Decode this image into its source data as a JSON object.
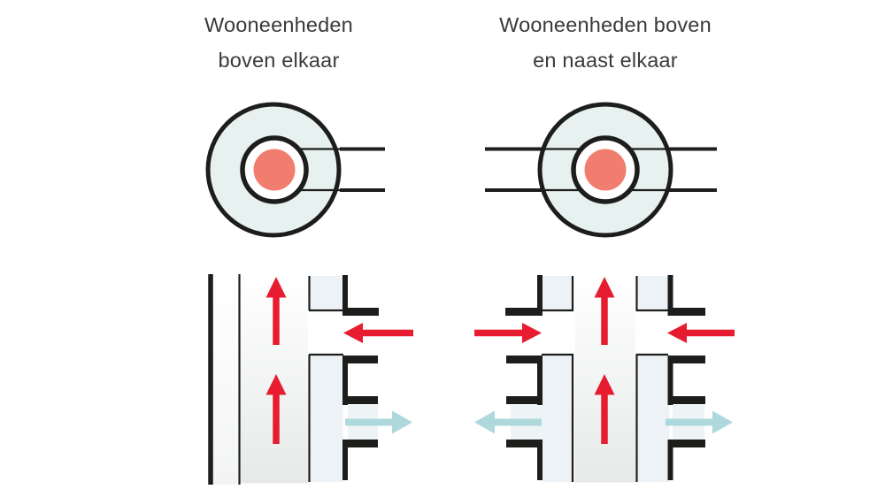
{
  "titles": {
    "left": {
      "line1": "Wooneenheden",
      "line2": "boven elkaar"
    },
    "right": {
      "line1": "Wooneenheden boven",
      "line2": "en naast elkaar"
    }
  },
  "colors": {
    "text": "#3a3a39",
    "ink": "#1d1d1b",
    "red": "#e81c30",
    "teal": "#aed9dc",
    "coral": "#f07d6d",
    "circle_fill": "#e7f1f0",
    "channel_fill": "#edf2f6",
    "wash_fill": "#eef4f5",
    "shaft_top": "#ffffff",
    "shaft_bottom": "#e7e9e9",
    "band_bottom": "#f3f4f4",
    "background": "#ffffff"
  },
  "icons": {
    "red-up-arrow": "↑",
    "red-left-arrow": "←",
    "red-right-arrow": "→",
    "teal-left-arrow": "←",
    "teal-right-arrow": "→"
  },
  "diagrams": {
    "top_left": {
      "type": "duct-cross-section",
      "branch_sides": "right"
    },
    "top_right": {
      "type": "duct-cross-section",
      "branch_sides": "left-and-right"
    },
    "bottom_left": {
      "type": "vertical-shaft-flow",
      "red_up_arrows": 2,
      "red_inflow_arrows": 1,
      "teal_outflow_arrows": 1
    },
    "bottom_right": {
      "type": "vertical-shaft-flow",
      "red_up_arrows": 2,
      "red_inflow_arrows": 2,
      "teal_outflow_arrows": 2
    }
  }
}
